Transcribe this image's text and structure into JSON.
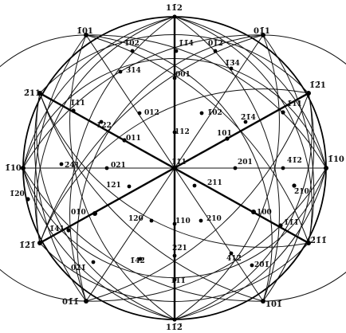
{
  "poles": [
    {
      "id": "p-112b",
      "label": "11̄2"
    },
    {
      "id": "p-101-tl",
      "label": "1̄01"
    },
    {
      "id": "p-011-tr",
      "label": "01̄1"
    },
    {
      "id": "p-102",
      "label": "1̄02"
    },
    {
      "id": "p-114",
      "label": "1̄1̄4"
    },
    {
      "id": "p-012t",
      "label": "01̄2"
    },
    {
      "id": "p-314",
      "label": "3̄14"
    },
    {
      "id": "p-001",
      "label": "001"
    },
    {
      "id": "p-134",
      "label": "1̄3̄4"
    },
    {
      "id": "p-211-l",
      "label": "2̄11"
    },
    {
      "id": "p-121-tr",
      "label": "1̄2̄1"
    },
    {
      "id": "p-111-l",
      "label": "1̄11"
    },
    {
      "id": "p-012",
      "label": "012"
    },
    {
      "id": "p-102b",
      "label": "1̄02"
    },
    {
      "id": "p-111-r",
      "label": "1̄1̄1"
    },
    {
      "id": "p-122",
      "label": "1̄22"
    },
    {
      "id": "p-214",
      "label": "2̄1̄4"
    },
    {
      "id": "p-112",
      "label": "112"
    },
    {
      "id": "p-011",
      "label": "011"
    },
    {
      "id": "p-101",
      "label": "101"
    },
    {
      "id": "p-110-l",
      "label": "1̄10"
    },
    {
      "id": "p-110-r",
      "label": "1̄10"
    },
    {
      "id": "p-241",
      "label": "2̄41"
    },
    {
      "id": "p-021",
      "label": "021"
    },
    {
      "id": "p-111c",
      "label": "1̄11"
    },
    {
      "id": "p-201",
      "label": "201"
    },
    {
      "id": "p-412",
      "label": "4̄1̄2"
    },
    {
      "id": "p-121",
      "label": "121"
    },
    {
      "id": "p-211",
      "label": "211"
    },
    {
      "id": "p-120-l",
      "label": "1̄20"
    },
    {
      "id": "p-210-r",
      "label": "2̄10"
    },
    {
      "id": "p-010",
      "label": "010"
    },
    {
      "id": "p-120",
      "label": "120"
    },
    {
      "id": "p-110",
      "label": "110"
    },
    {
      "id": "p-210",
      "label": "210"
    },
    {
      "id": "p-100",
      "label": "100"
    },
    {
      "id": "p-141",
      "label": "1̄41"
    },
    {
      "id": "p-111-br",
      "label": "1̄1̄1̄"
    },
    {
      "id": "p-121-bl",
      "label": "1̄2̄1̄"
    },
    {
      "id": "p-211-br",
      "label": "2̄1̄1̄"
    },
    {
      "id": "p-142",
      "label": "1̄42̄"
    },
    {
      "id": "p-221",
      "label": "22̄1"
    },
    {
      "id": "p-412b",
      "label": "4̄12̄"
    },
    {
      "id": "p-021b",
      "label": "02̄1̄"
    },
    {
      "id": "p-201b",
      "label": "20̄1̄"
    },
    {
      "id": "p-111b",
      "label": "1̄1̄1̄"
    },
    {
      "id": "p-011b",
      "label": "01̄1̄"
    },
    {
      "id": "p-101b",
      "label": "101̄"
    },
    {
      "id": "p-112-bottom",
      "label": "11̄2̄"
    }
  ]
}
